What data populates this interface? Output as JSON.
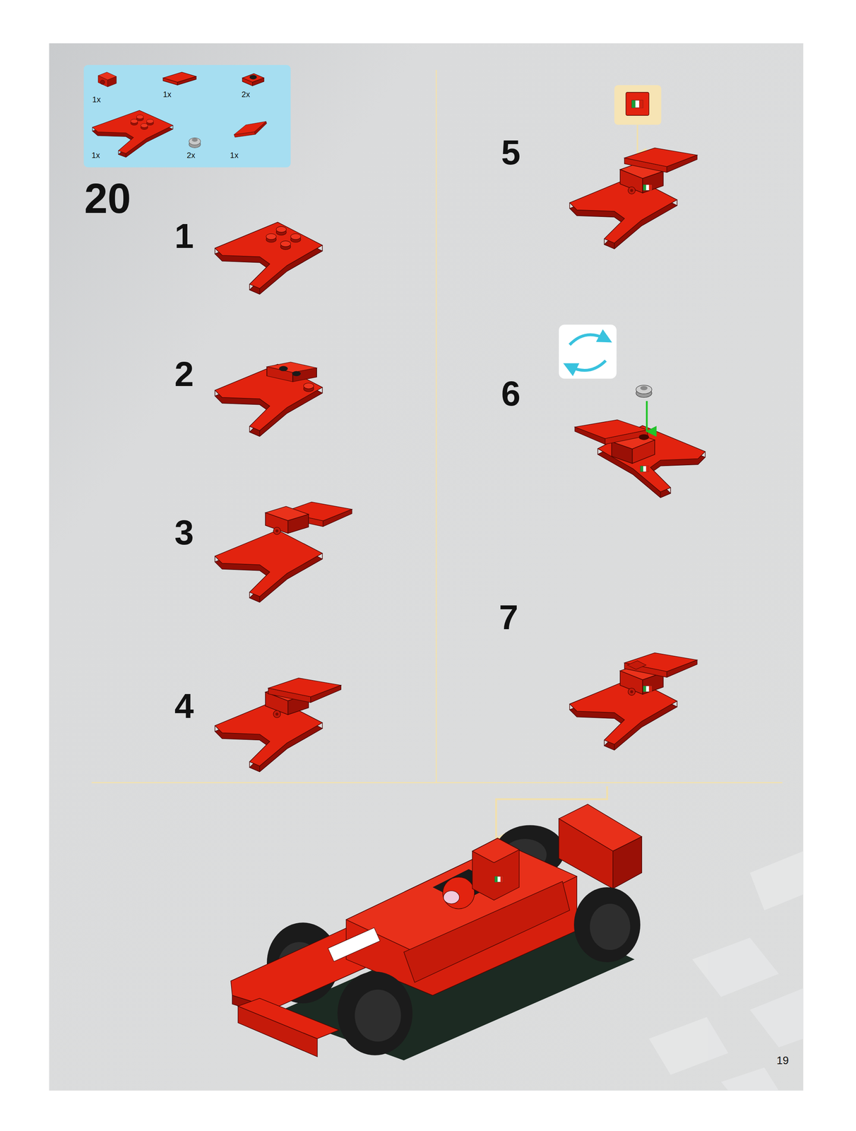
{
  "diagram": {
    "nodes": [
      {
        "text": [
          "1x",
          "1x",
          "2x",
          "1x",
          "2x",
          "1x"
        ]
      }
    ],
    "labels": [
      "20",
      "1",
      "2",
      "3",
      "4",
      "5",
      "6",
      "7",
      "19"
    ]
  }
}
